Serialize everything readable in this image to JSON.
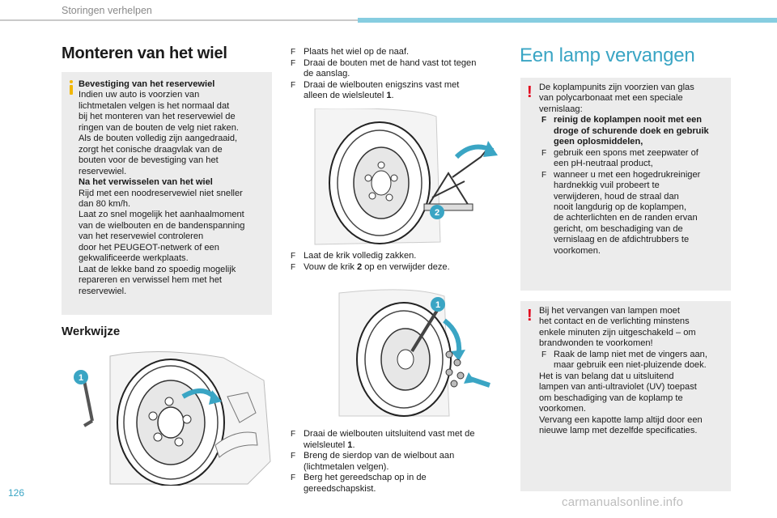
{
  "header": {
    "section": "Storingen verhelpen"
  },
  "page_number": "126",
  "watermark": "carmanualsonline.info",
  "left": {
    "title": "Monteren van het wiel",
    "info_box": {
      "heading1": "Bevestiging van het reservewiel",
      "lines1": [
        "Indien uw auto is voorzien van",
        "lichtmetalen velgen is het normaal dat",
        "bij het monteren van het reservewiel de",
        "ringen van de bouten de velg niet raken.",
        "Als de bouten volledig zijn aangedraaid,",
        "zorgt het conische draagvlak van de",
        "bouten voor de bevestiging van het",
        "reservewiel."
      ],
      "heading2": "Na het verwisselen van het wiel",
      "lines2": [
        "Rijd met een noodreservewiel niet sneller",
        "dan 80 km/h.",
        "Laat zo snel mogelijk het aanhaalmoment",
        "van de wielbouten en de bandenspanning",
        "van het reservewiel controleren",
        "door het PEUGEOT-netwerk of een",
        "gekwalificeerde werkplaats.",
        "Laat de lekke band zo spoedig mogelijk",
        "repareren en verwissel hem met het",
        "reservewiel."
      ]
    },
    "subtitle": "Werkwijze",
    "figure_label": "1"
  },
  "middle": {
    "steps_top": [
      {
        "text": "Plaats het wiel op de naaf."
      },
      {
        "text": "Draai de bouten met de hand vast tot tegen",
        "cont": "de aanslag."
      },
      {
        "text": "Draai de wielbouten enigszins vast met",
        "cont": "alleen de wielsleutel ",
        "bold": "1",
        "after": "."
      }
    ],
    "figure1_label": "2",
    "steps_mid": [
      {
        "text": "Laat de krik volledig zakken."
      },
      {
        "text": "Vouw de krik ",
        "bold": "2",
        "after": " op en verwijder deze."
      }
    ],
    "figure2_label": "1",
    "steps_bottom": [
      {
        "text": "Draai de wielbouten uitsluitend vast met de",
        "cont": "wielsleutel ",
        "bold": "1",
        "after": "."
      },
      {
        "text": "Breng de sierdop van de wielbout aan",
        "cont": "(lichtmetalen velgen)."
      },
      {
        "text": "Berg het gereedschap op in de",
        "cont": "gereedschapskist."
      }
    ]
  },
  "right": {
    "title": "Een lamp vervangen",
    "warn1": {
      "intro": [
        "De koplampunits zijn voorzien van glas",
        "van polycarbonaat met een speciale",
        "vernislaag:"
      ],
      "bullets": [
        {
          "bold": true,
          "lines": [
            "reinig de koplampen nooit met een",
            "droge of schurende doek en gebruik",
            "geen oplosmiddelen,"
          ]
        },
        {
          "bold": false,
          "lines": [
            "gebruik een spons met zeepwater of",
            "een pH-neutraal product,"
          ]
        },
        {
          "bold": false,
          "lines": [
            "wanneer u met een hogedrukreiniger",
            "hardnekkig vuil probeert te",
            "verwijderen, houd de straal dan",
            "nooit langdurig op de koplampen,",
            "de achterlichten en de randen ervan",
            "gericht, om beschadiging van de",
            "vernislaag en de afdichtrubbers te",
            "voorkomen."
          ]
        }
      ]
    },
    "warn2": {
      "intro": [
        "Bij het vervangen van lampen moet",
        "het contact en de verlichting minstens",
        "enkele minuten zijn uitgeschakeld – om",
        "brandwonden te voorkomen!"
      ],
      "bullet": [
        "Raak de lamp niet met de vingers aan,",
        "maar gebruik een niet-pluizende doek."
      ],
      "outro": [
        "Het is van belang dat u uitsluitend",
        "lampen van anti-ultraviolet (UV) toepast",
        "om beschadiging van de koplamp te",
        "voorkomen.",
        "Vervang een kapotte lamp altijd door een",
        "nieuwe lamp met dezelfde specificaties."
      ]
    }
  }
}
